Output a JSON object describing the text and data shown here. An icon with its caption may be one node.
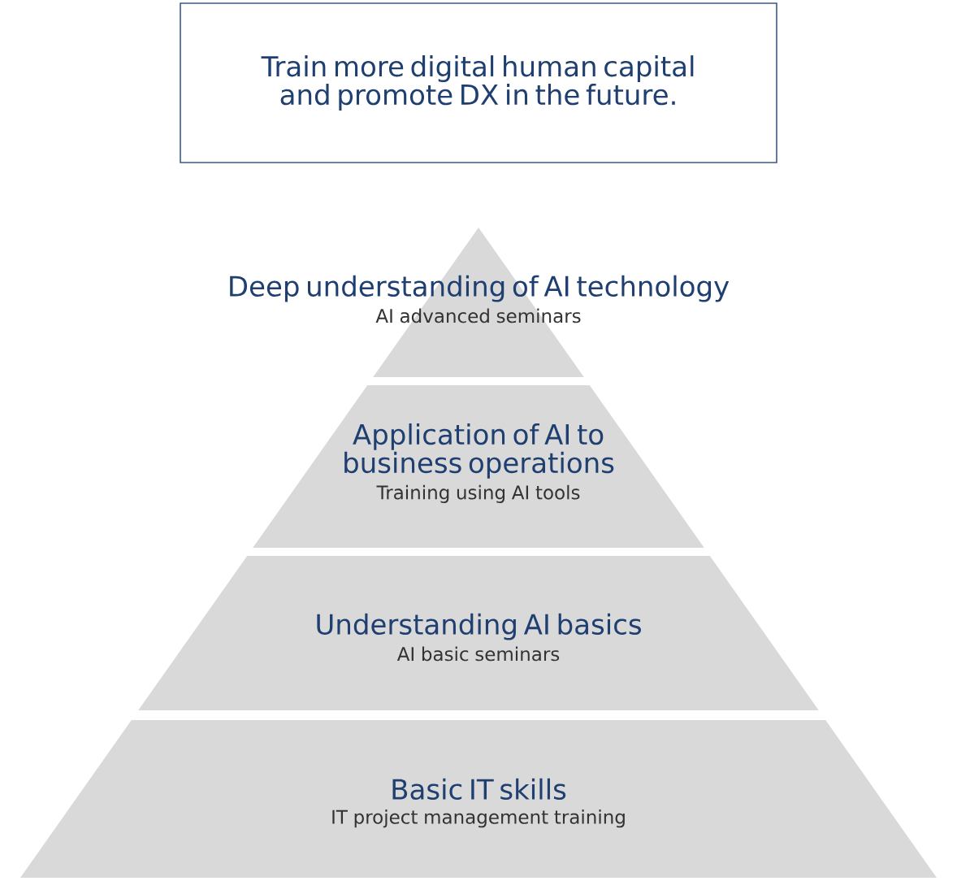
{
  "diagram": {
    "nodes": [
      {
        "text": [
          "Train more digital human capital and promote DX in the future."
        ]
      },
      {
        "text": [
          "Deep understanding of AI technology",
          "AI advanced seminars"
        ]
      },
      {
        "text": [
          "Application of AI to business operations",
          "Training using AI tools"
        ]
      },
      {
        "text": [
          "Understanding AI basics",
          "AI basic seminars"
        ]
      },
      {
        "text": [
          "Basic IT skills",
          "IT project management training"
        ]
      }
    ]
  }
}
